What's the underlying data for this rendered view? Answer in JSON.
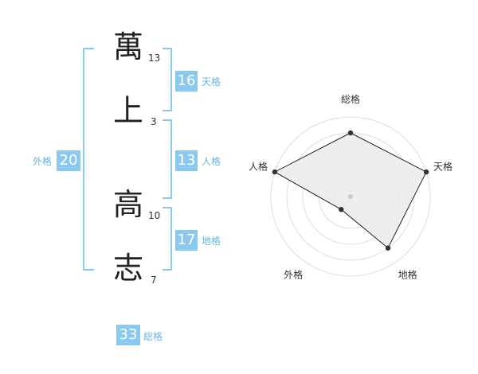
{
  "name": [
    {
      "char": "萬",
      "strokes": "13"
    },
    {
      "char": "上",
      "strokes": "3"
    },
    {
      "char": "高",
      "strokes": "10"
    },
    {
      "char": "志",
      "strokes": "7"
    }
  ],
  "kaku": {
    "tenkaku": {
      "value": "16",
      "label": "天格"
    },
    "jinkaku": {
      "value": "13",
      "label": "人格"
    },
    "chikaku": {
      "value": "17",
      "label": "地格"
    },
    "gaikaku": {
      "value": "20",
      "label": "外格"
    },
    "soukaku": {
      "value": "33",
      "label": "総格"
    }
  },
  "chart_data": {
    "type": "radar",
    "axes": [
      "総格",
      "天格",
      "地格",
      "外格",
      "人格"
    ],
    "max": 5,
    "values": [
      4,
      5,
      4,
      1,
      5
    ],
    "grid": true
  },
  "colors": {
    "accent": "#8cc9ee",
    "accent_text": "#6ab4e0",
    "radar_fill": "#ebebeb",
    "radar_line": "#222222"
  }
}
